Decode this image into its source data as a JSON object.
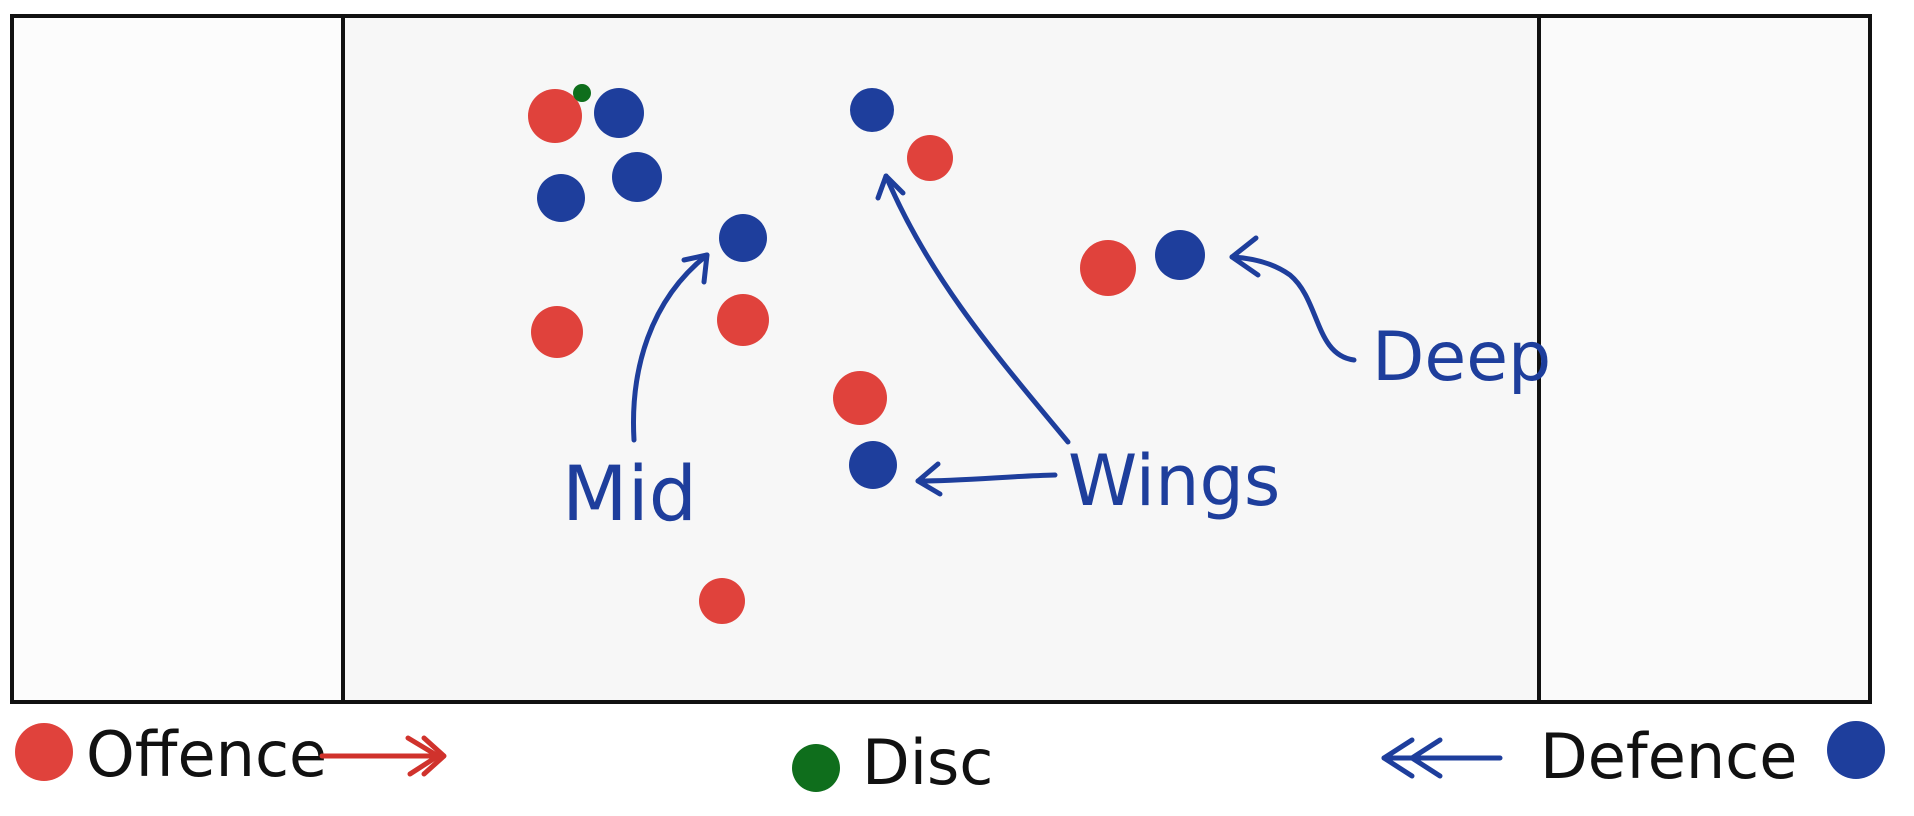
{
  "colors": {
    "offence": "#e0423c",
    "defence": "#1e3e9c",
    "disc": "#0f6e1c",
    "field_line": "#111111",
    "field_fill": "#f7f7f7"
  },
  "labels": {
    "mid": "Mid",
    "wings": "Wings",
    "deep": "Deep"
  },
  "legend": {
    "offence": "Offence",
    "disc": "Disc",
    "defence": "Defence"
  }
}
